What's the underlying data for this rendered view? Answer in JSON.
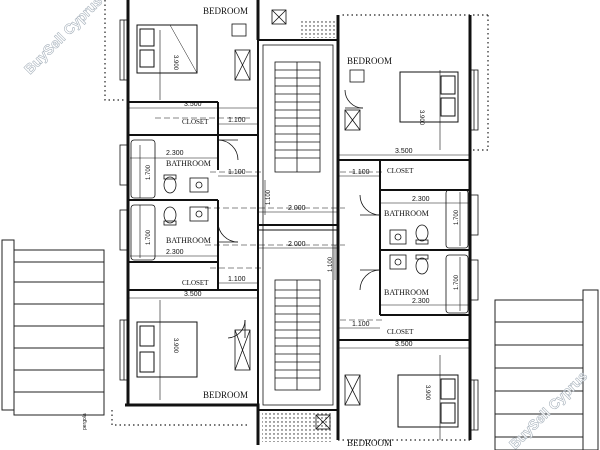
{
  "watermark": "BuySell Cyprus",
  "rooms": {
    "bedroom_tl": "BEDROOM",
    "bedroom_tr": "BEDROOM",
    "bedroom_bl": "BEDROOM",
    "bedroom_br": "BEDROOM",
    "bath_l1": "BATHROOM",
    "bath_l2": "BATHROOM",
    "bath_r1": "BATHROOM",
    "bath_r2": "BATHROOM",
    "closet_l1": "CLOSET",
    "closet_l2": "CLOSET",
    "closet_r1": "CLOSET",
    "closet_r2": "CLOSET"
  },
  "dims": {
    "w_3500": "3.500",
    "w_2300": "2.300",
    "w_2000": "2.000",
    "w_1100": "1.100",
    "h_1700": "1.700",
    "h_3900": "3.900",
    "h_1100": "1.100"
  },
  "misc": {
    "side_note": "pergola"
  }
}
